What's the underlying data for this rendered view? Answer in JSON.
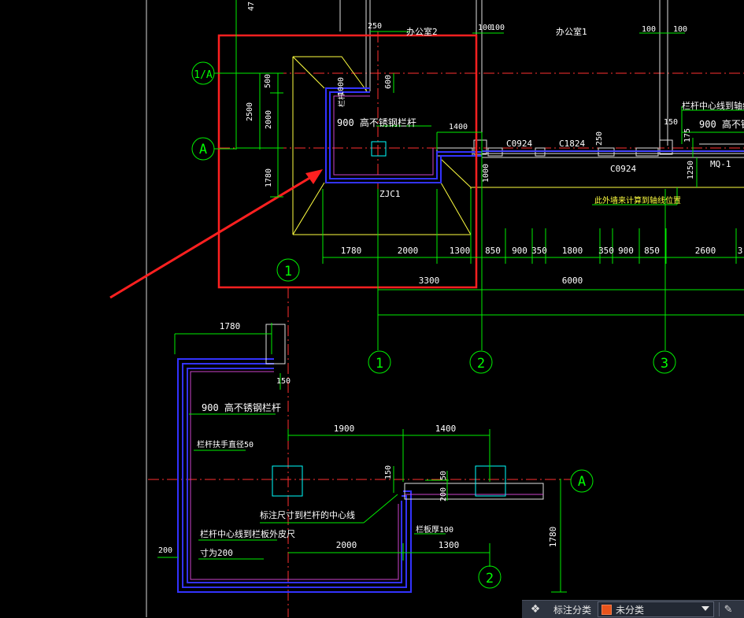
{
  "drawing": {
    "axis_labels": {
      "a": "A",
      "one_a": "1/A",
      "one": "1",
      "two": "2",
      "three": "3"
    },
    "room_names": [
      "办公室2",
      "办公室1"
    ],
    "window_labels": [
      "C0924",
      "C1824",
      "C0924"
    ],
    "door_label": "MQ-1",
    "foundation_label": "ZJC1",
    "railing_notes": {
      "railing_900": "900 高不锈钢栏杆",
      "railing_900_right": "900 高不锈钢",
      "centerline_to_axis": "栏杆中心线到轴线的",
      "handrail_dia": "栏杆扶手直径50",
      "dim_to_center": "标注尺寸到栏杆的中心线",
      "center_to_edge": "栏杆中心线到栏板外皮尺",
      "size_200": "寸为200",
      "panel_thk": "栏板厚100",
      "rail_top": "栏杆",
      "outer_wall_calc": "此外墙来计算到轴线位置"
    },
    "dims_top": {
      "d47": "47",
      "d250": "250",
      "d100a": "100",
      "d100b": "100",
      "d100c": "100",
      "d100d": "100",
      "d500": "500",
      "d600": "600",
      "d1000a": "1000",
      "d2500": "2500",
      "d2000v": "2000",
      "d1780v": "1780",
      "d1400": "1400",
      "d150": "150",
      "d250b": "250",
      "d1000b": "1000",
      "d1250": "1250",
      "d175": "175"
    },
    "dims_row": [
      "1780",
      "2000",
      "1300",
      "850",
      "900",
      "350",
      "1800",
      "350",
      "900",
      "850",
      "2600",
      "3"
    ],
    "dims_span": {
      "s3300": "3300",
      "s6000": "6000"
    },
    "dims_bottom": {
      "b1780": "1780",
      "b150": "150",
      "b1900": "1900",
      "b1400": "1400",
      "b150v": "150",
      "b50": "50",
      "b200": "200",
      "b2000": "2000",
      "b1300": "1300",
      "b1780v": "1780",
      "b200l": "200"
    },
    "colors": {
      "background": "#000000",
      "axis_line": "#ff3030",
      "dimension": "#00ff00",
      "wall": "#3333ff",
      "outline": "#ffff00",
      "highlight": "#ff2020",
      "text": "#ffffff"
    }
  },
  "statusbar": {
    "label": "标注分类",
    "selected": "未分类",
    "icons": [
      "layers-icon",
      "edit-icon"
    ]
  }
}
